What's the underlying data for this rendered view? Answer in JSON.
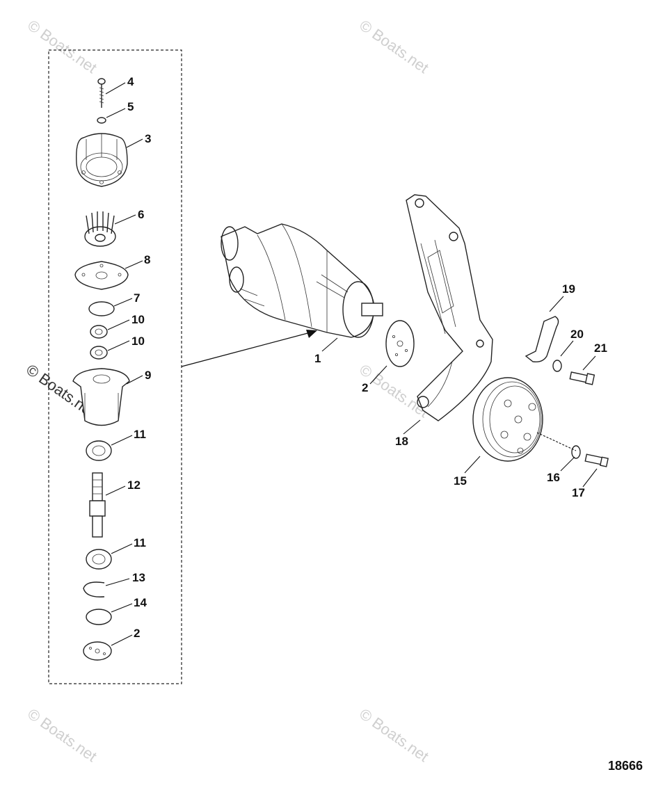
{
  "diagram": {
    "drawing_number": "18666",
    "watermark_text": "© Boats.net",
    "callouts": {
      "c4": "4",
      "c5": "5",
      "c3": "3",
      "c6": "6",
      "c8": "8",
      "c7": "7",
      "c10a": "10",
      "c10b": "10",
      "c9": "9",
      "c11a": "11",
      "c12": "12",
      "c11b": "11",
      "c13": "13",
      "c14": "14",
      "c2a": "2",
      "c1": "1",
      "c2b": "2",
      "c18": "18",
      "c19": "19",
      "c20": "20",
      "c21": "21",
      "c15": "15",
      "c16": "16",
      "c17": "17"
    }
  },
  "colors": {
    "line": "#222222",
    "watermark": "#cfcfcf",
    "background": "#ffffff"
  }
}
